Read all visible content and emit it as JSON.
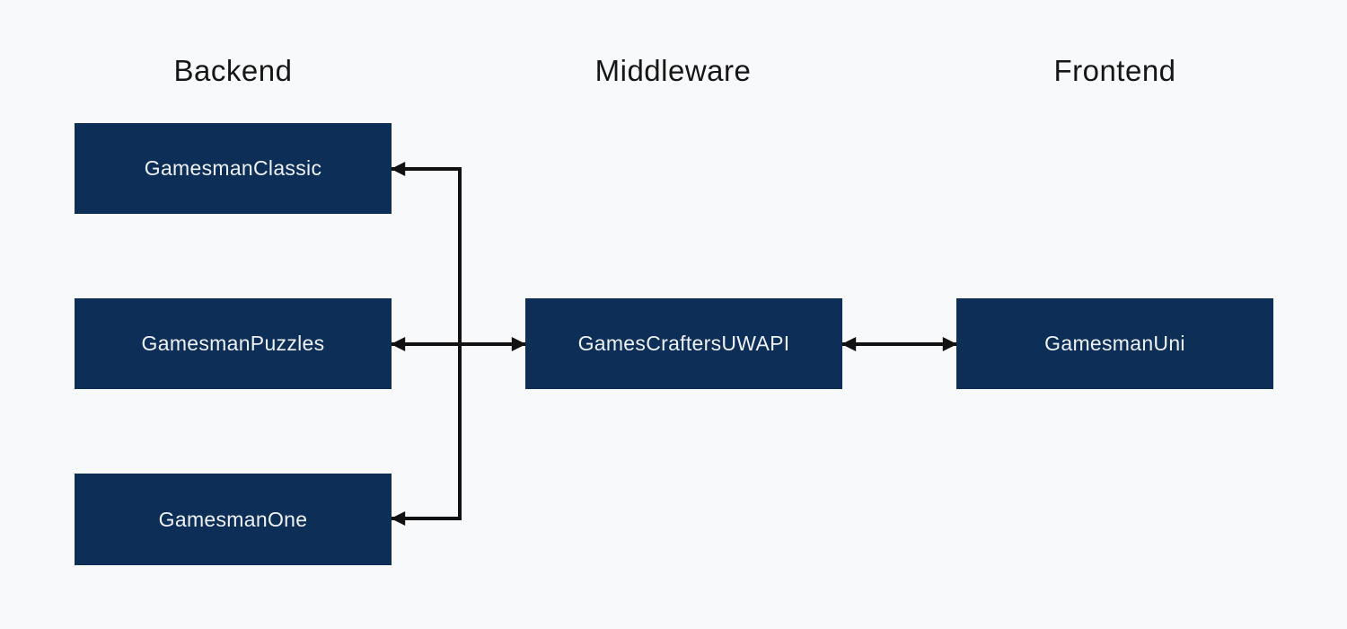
{
  "diagram": {
    "columns": [
      {
        "label": "Backend"
      },
      {
        "label": "Middleware"
      },
      {
        "label": "Frontend"
      }
    ],
    "nodes": [
      {
        "label": "GamesmanClassic",
        "column": "Backend"
      },
      {
        "label": "GamesmanPuzzles",
        "column": "Backend"
      },
      {
        "label": "GamesmanOne",
        "column": "Backend"
      },
      {
        "label": "GamesCraftersUWAPI",
        "column": "Middleware"
      },
      {
        "label": "GamesmanUni",
        "column": "Frontend"
      }
    ],
    "edges": [
      {
        "from": "GamesCraftersUWAPI",
        "to": "GamesmanClassic",
        "arrowheads": "to"
      },
      {
        "from": "GamesCraftersUWAPI",
        "to": "GamesmanPuzzles",
        "arrowheads": "both"
      },
      {
        "from": "GamesCraftersUWAPI",
        "to": "GamesmanOne",
        "arrowheads": "to"
      },
      {
        "from": "GamesCraftersUWAPI",
        "to": "GamesmanUni",
        "arrowheads": "both"
      }
    ],
    "colors": {
      "node_fill": "#0d2e56",
      "node_text": "#eef1f5",
      "arrow": "#111111",
      "background": "#f8f9fb",
      "heading": "#161616"
    }
  }
}
